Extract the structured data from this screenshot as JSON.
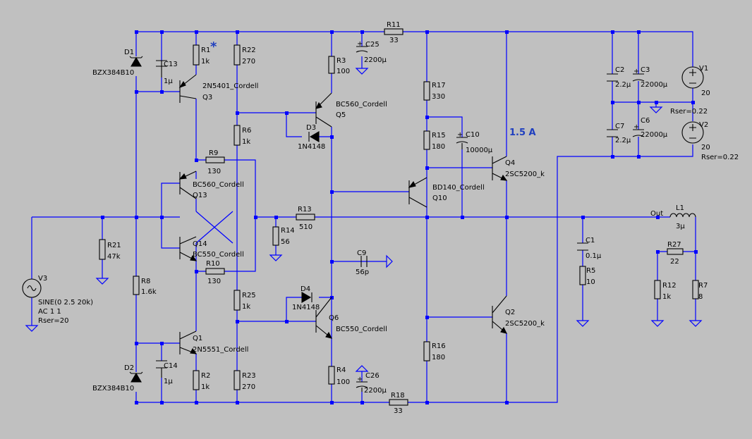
{
  "annotations": {
    "current": "1.5 A",
    "star": "*"
  },
  "nodes": {
    "out": "Out"
  },
  "resistors": [
    {
      "name": "R1",
      "value": "1k"
    },
    {
      "name": "R22",
      "value": "270"
    },
    {
      "name": "R3",
      "value": "100"
    },
    {
      "name": "R11",
      "value": "33"
    },
    {
      "name": "R17",
      "value": "330"
    },
    {
      "name": "R15",
      "value": "180"
    },
    {
      "name": "R6",
      "value": "1k"
    },
    {
      "name": "R9",
      "value": "130"
    },
    {
      "name": "R10",
      "value": "130"
    },
    {
      "name": "R13",
      "value": "510"
    },
    {
      "name": "R14",
      "value": "56"
    },
    {
      "name": "R21",
      "value": "47k"
    },
    {
      "name": "R8",
      "value": "1.6k"
    },
    {
      "name": "R25",
      "value": "1k"
    },
    {
      "name": "R2",
      "value": "1k"
    },
    {
      "name": "R23",
      "value": "270"
    },
    {
      "name": "R4",
      "value": "100"
    },
    {
      "name": "R18",
      "value": "33"
    },
    {
      "name": "R16",
      "value": "180"
    },
    {
      "name": "R5",
      "value": "10"
    },
    {
      "name": "R27",
      "value": "22"
    },
    {
      "name": "R12",
      "value": "1k"
    },
    {
      "name": "R7",
      "value": "8"
    }
  ],
  "capacitors": [
    {
      "name": "C13",
      "value": "1µ"
    },
    {
      "name": "C25",
      "value": "2200µ"
    },
    {
      "name": "C10",
      "value": "10000µ"
    },
    {
      "name": "C2",
      "value": "2.2µ"
    },
    {
      "name": "C3",
      "value": "22000µ"
    },
    {
      "name": "C7",
      "value": "2.2µ"
    },
    {
      "name": "C6",
      "value": "22000µ"
    },
    {
      "name": "C9",
      "value": "56p"
    },
    {
      "name": "C1",
      "value": "0.1µ"
    },
    {
      "name": "C14",
      "value": "1µ"
    },
    {
      "name": "C26",
      "value": "2200µ"
    }
  ],
  "inductors": [
    {
      "name": "L1",
      "value": "3µ"
    }
  ],
  "diodes": [
    {
      "name": "D1",
      "model": "BZX384B10"
    },
    {
      "name": "D2",
      "model": "BZX384B10"
    },
    {
      "name": "D3",
      "model": "1N4148"
    },
    {
      "name": "D4",
      "model": "1N4148"
    }
  ],
  "transistors": [
    {
      "name": "Q3",
      "model": "2N5401_Cordell"
    },
    {
      "name": "Q5",
      "model": "BC560_Cordell"
    },
    {
      "name": "Q13",
      "model": "BC560_Cordell"
    },
    {
      "name": "Q14",
      "model": "BC550_Cordell"
    },
    {
      "name": "Q10",
      "model": "BD140_Cordell"
    },
    {
      "name": "Q4",
      "model": "2SC5200_k"
    },
    {
      "name": "Q2",
      "model": "2SC5200_k"
    },
    {
      "name": "Q1",
      "model": "2N5551_Cordell"
    },
    {
      "name": "Q6",
      "model": "BC550_Cordell"
    }
  ],
  "sources": [
    {
      "name": "V1",
      "value": "20",
      "rser": "Rser=0.22"
    },
    {
      "name": "V2",
      "value": "20",
      "rser": "Rser=0.22"
    },
    {
      "name": "V3",
      "line1": "SINE(0 2.5 20k)",
      "line2": "AC 1 1",
      "rser": "Rser=20"
    }
  ]
}
